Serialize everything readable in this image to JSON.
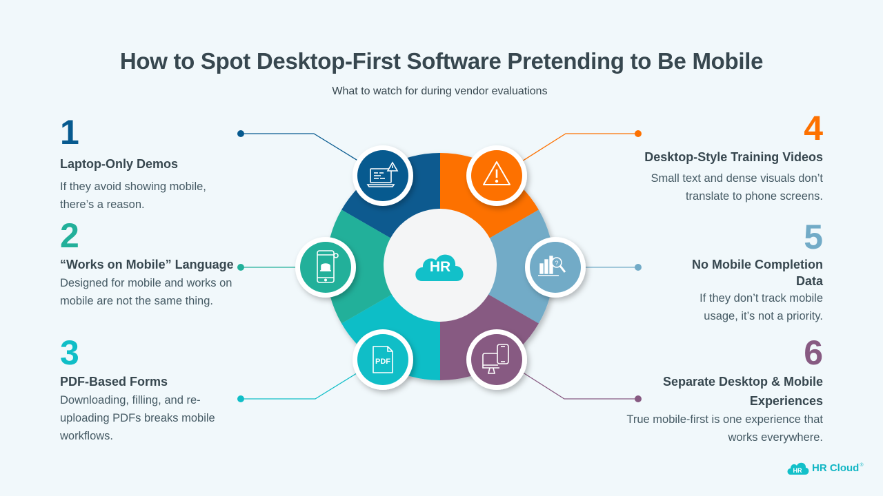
{
  "header": {
    "title": "How to Spot Desktop-First Software Pretending to Be Mobile",
    "subtitle": "What to watch for during vendor evaluations"
  },
  "items": [
    {
      "number": "1",
      "heading": "Laptop-Only Demos",
      "description": "If they avoid showing mobile, there’s a reason.",
      "color": "#075a8f",
      "icon": "laptop-warning-icon"
    },
    {
      "number": "2",
      "heading": "“Works on Mobile” Language",
      "description": "Designed for mobile and works on mobile are not the same thing.",
      "color": "#22b09a",
      "icon": "phone-notification-icon"
    },
    {
      "number": "3",
      "heading": "PDF-Based Forms",
      "description": "Downloading, filling, and re-uploading PDFs breaks mobile workflows.",
      "color": "#10bec7",
      "icon": "pdf-file-icon"
    },
    {
      "number": "4",
      "heading": "Desktop-Style Training Videos",
      "description": "Small text and dense visuals don’t translate to phone screens.",
      "color": "#fd7100",
      "icon": "warning-triangle-icon"
    },
    {
      "number": "5",
      "heading": "No Mobile Completion Data",
      "description": "If they don’t track mobile usage, it’s not a priority.",
      "color": "#72abc7",
      "icon": "chart-search-icon"
    },
    {
      "number": "6",
      "heading": "Separate Desktop & Mobile Experiences",
      "description": "True mobile-first is one experience that works everywhere.",
      "color": "#875a82",
      "icon": "desktop-mobile-icon"
    }
  ],
  "center": {
    "label": "HR",
    "color": "#12c0c9"
  },
  "logo": {
    "badge": "HR",
    "text": "HR Cloud",
    "trademark": "®"
  }
}
